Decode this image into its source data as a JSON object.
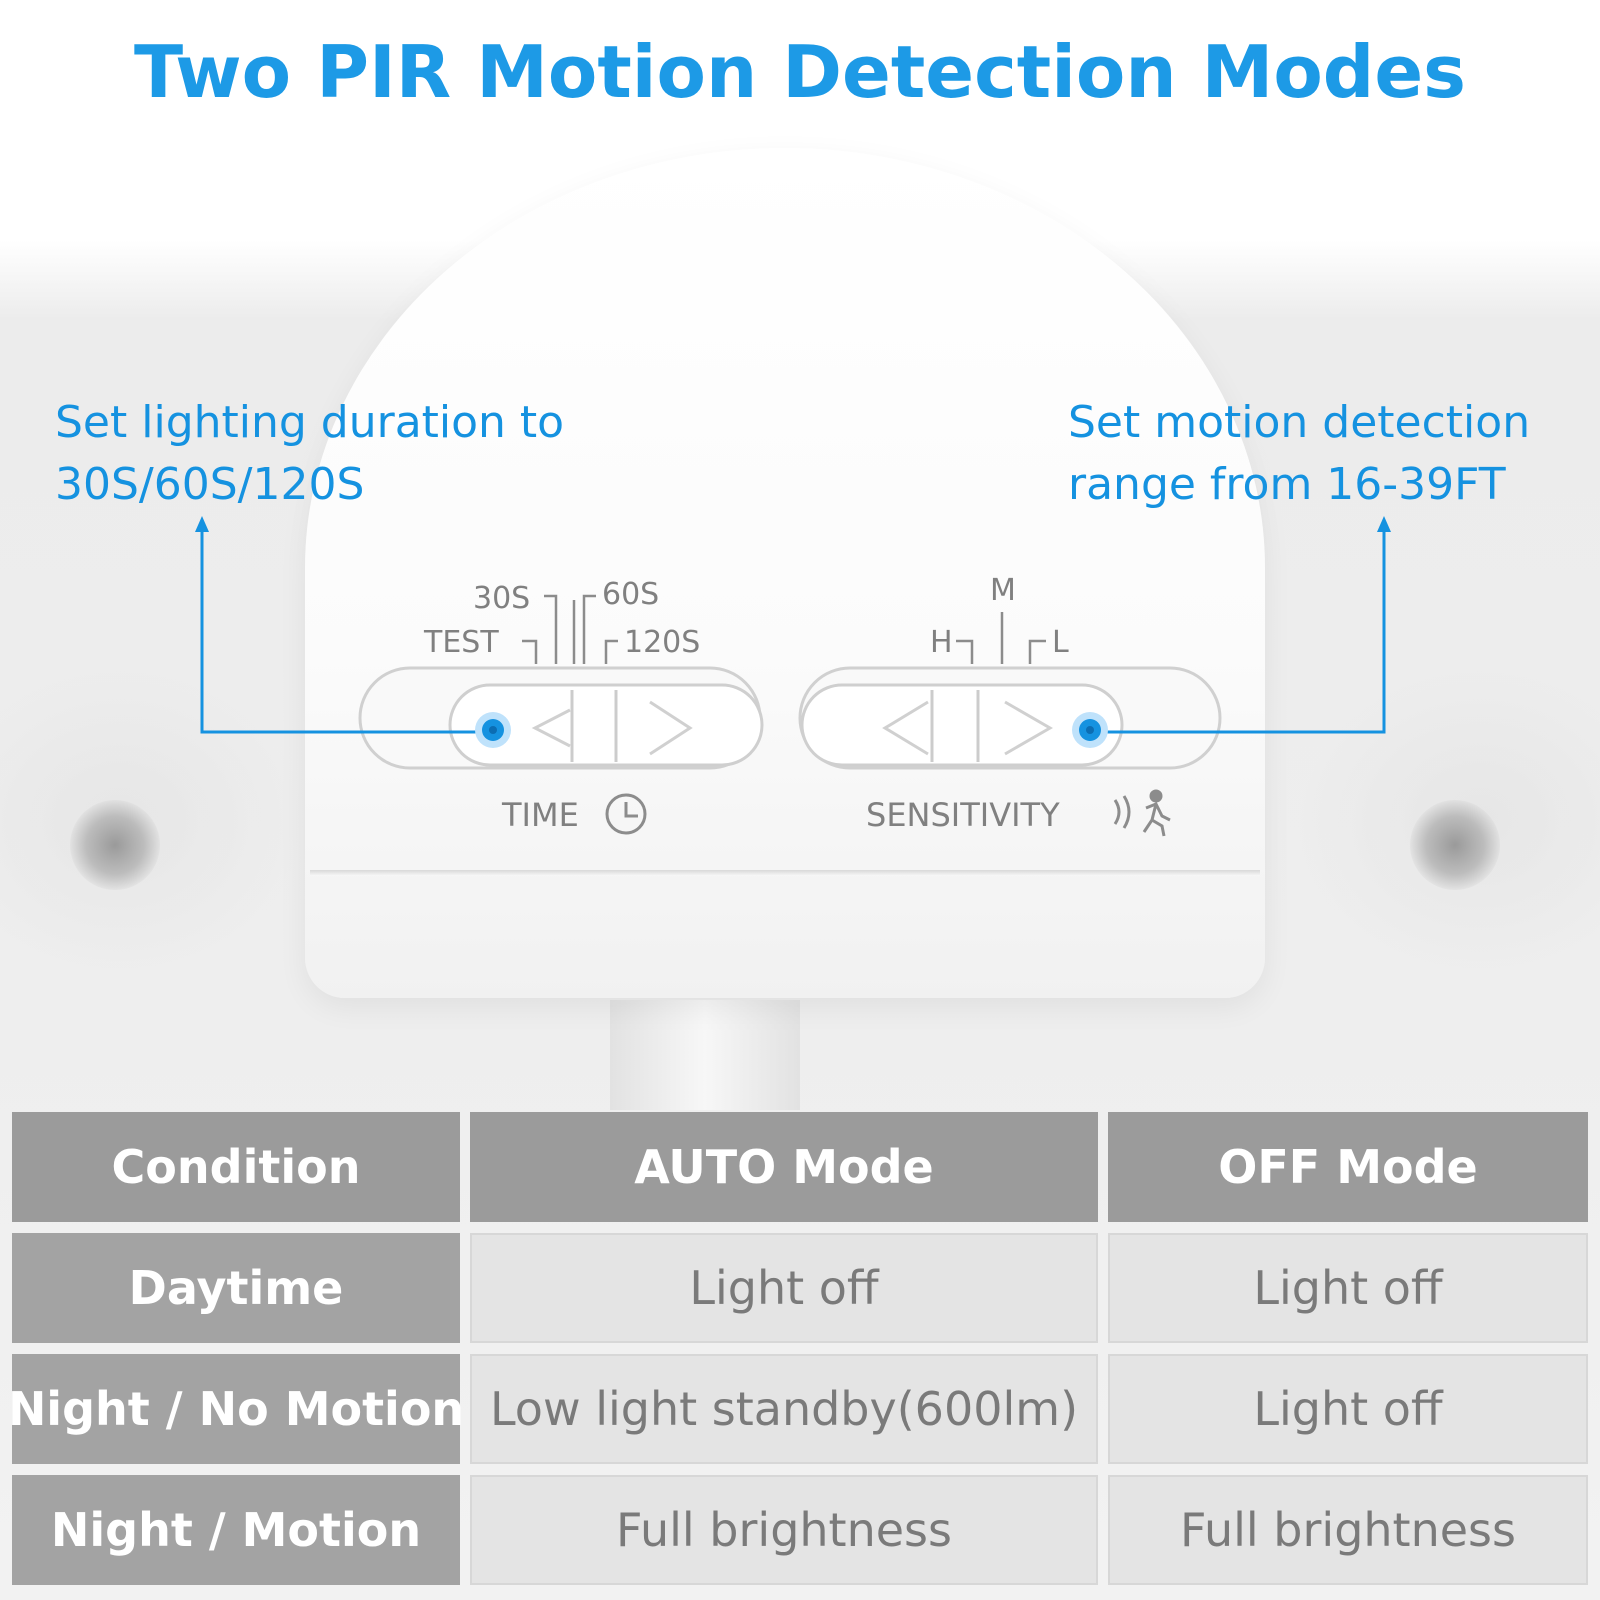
{
  "title": "Two PIR Motion Detection Modes",
  "callouts": {
    "left": {
      "line1": "Set lighting duration to",
      "line2": "30S/60S/120S"
    },
    "right": {
      "line1": "Set motion detection",
      "line2": "range from 16-39FT"
    }
  },
  "panel": {
    "time_label": "TIME",
    "sensitivity_label": "SENSITIVITY",
    "time_marks": {
      "s30": "30S",
      "s60": "60S",
      "test": "TEST",
      "s120": "120S"
    },
    "sens_marks": {
      "h": "H",
      "m": "M",
      "l": "L"
    }
  },
  "icons": {
    "time": "clock-icon",
    "sensitivity": "motion-person-icon",
    "pointer": "blue-dot-icon"
  },
  "colors": {
    "accent": "#1d9ae6",
    "header_bg": "#9b9b9b",
    "row_bg": "#e4e4e4"
  },
  "table": {
    "headers": [
      "Condition",
      "AUTO Mode",
      "OFF Mode"
    ],
    "rows": [
      [
        "Daytime",
        "Light off",
        "Light off"
      ],
      [
        "Night / No Motion",
        "Low light standby(600lm)",
        "Light off"
      ],
      [
        "Night / Motion",
        "Full brightness",
        "Full brightness"
      ]
    ]
  }
}
